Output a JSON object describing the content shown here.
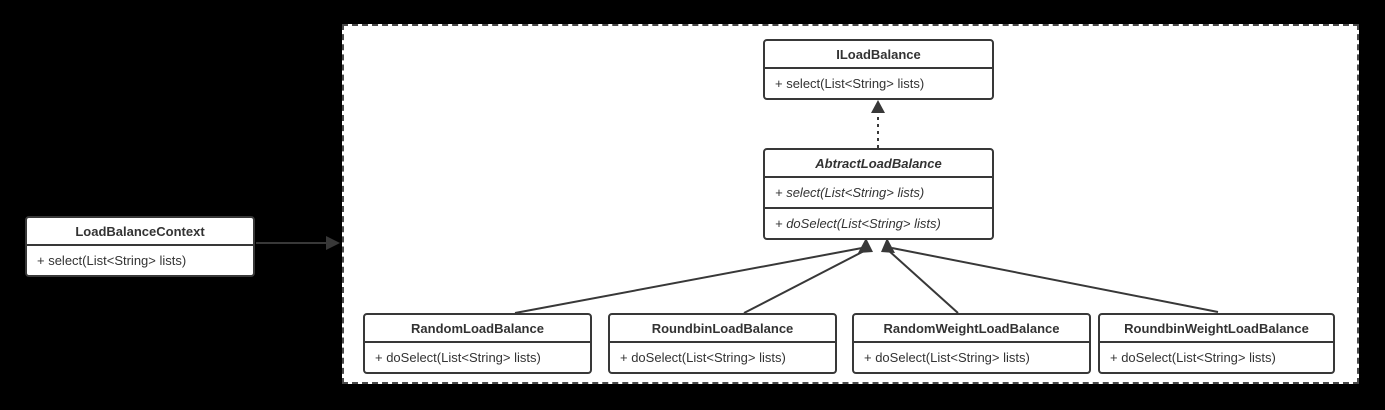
{
  "colors": {
    "background": "#000000",
    "canvas_fill": "#ffffff",
    "canvas_border": "#4a4a4a",
    "box_fill": "#ffffff",
    "box_border": "#383838",
    "text": "#333333",
    "connector": "#383838"
  },
  "diagram": {
    "classes": [
      {
        "name": "ILoadBalance",
        "methods": [
          "+ select(List<String> lists)"
        ]
      },
      {
        "name": "AbtractLoadBalance",
        "abstract": true,
        "methods": [
          "+ select(List<String> lists)",
          "+ doSelect(List<String> lists)"
        ]
      },
      {
        "name": "LoadBalanceContext",
        "methods": [
          "+ select(List<String> lists)"
        ]
      },
      {
        "name": "RandomLoadBalance",
        "methods": [
          "+ doSelect(List<String> lists)"
        ]
      },
      {
        "name": "RoundbinLoadBalance",
        "methods": [
          "+ doSelect(List<String> lists)"
        ]
      },
      {
        "name": "RandomWeightLoadBalance",
        "methods": [
          "+ doSelect(List<String> lists)"
        ]
      },
      {
        "name": "RoundbinWeightLoadBalance",
        "methods": [
          "+ doSelect(List<String> lists)"
        ]
      }
    ],
    "relationships": [
      {
        "type": "realization-dashed-arrow",
        "from": "AbtractLoadBalance",
        "to": "ILoadBalance"
      },
      {
        "type": "inheritance-arrow",
        "from": "RandomLoadBalance",
        "to": "AbtractLoadBalance"
      },
      {
        "type": "inheritance-arrow",
        "from": "RoundbinLoadBalance",
        "to": "AbtractLoadBalance"
      },
      {
        "type": "inheritance-arrow",
        "from": "RandomWeightLoadBalance",
        "to": "AbtractLoadBalance"
      },
      {
        "type": "inheritance-arrow",
        "from": "RoundbinWeightLoadBalance",
        "to": "AbtractLoadBalance"
      },
      {
        "type": "association-arrow",
        "from": "LoadBalanceContext",
        "to": "diagram-canvas"
      }
    ]
  }
}
